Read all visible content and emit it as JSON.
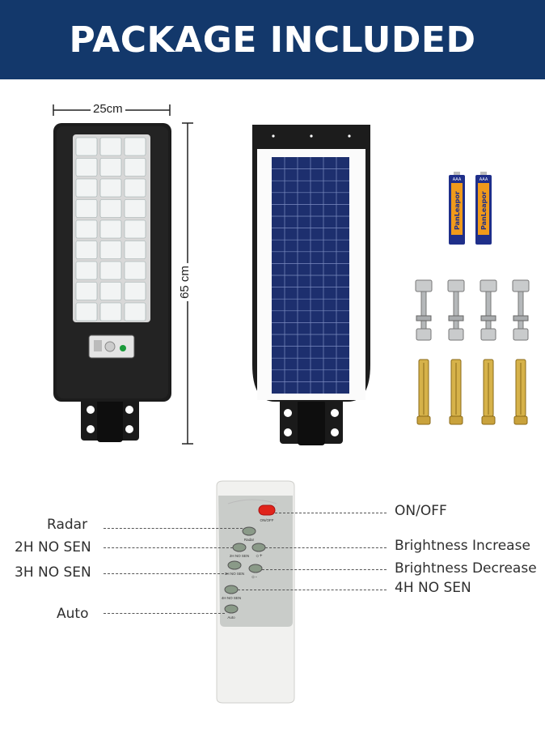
{
  "header": {
    "title": "PACKAGE INCLUDED"
  },
  "dimensions": {
    "width": "25cm",
    "height": "65 cm"
  },
  "battery": {
    "brand": "PanLeapor",
    "size": "AAA"
  },
  "remote": {
    "labels": {
      "on_off": "ON/OFF",
      "radar": "Radar",
      "h2": "2H NO SEN",
      "h3": "3H NO SEN",
      "h4": "4H NO SEN",
      "auto": "Auto"
    }
  },
  "callouts": {
    "radar": "Radar",
    "h2": "2H NO SEN",
    "h3": "3H NO SEN",
    "auto": "Auto",
    "on_off": "ON/OFF",
    "brightness_increase": "Brightness Increase",
    "brightness_decrease": "Brightness Decrease",
    "h4": "4H NO SEN"
  },
  "colors": {
    "banner": "#13386b",
    "lamp_body": "#1c1c1c",
    "solar_cell": "#1d2f6e",
    "remote_body": "#f1f1ef",
    "power_button": "#e0241b",
    "mode_button": "#8a9a88"
  }
}
